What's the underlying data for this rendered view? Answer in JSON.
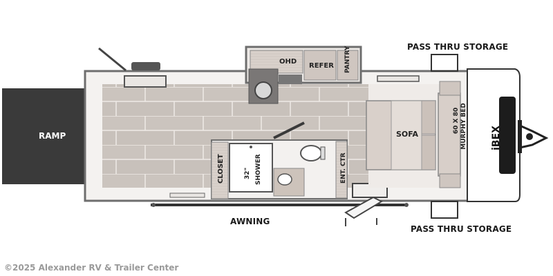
{
  "labels": {
    "ramp": "RAMP",
    "pass_thru_top": "PASS THRU STORAGE",
    "pass_thru_bottom": "PASS THRU STORAGE",
    "awning": "AWNING",
    "ohd": "OHD",
    "refer": "REFER",
    "pantry": "PANTRY",
    "sofa": "SOFA",
    "murphy_bed_size": "60 X 80",
    "murphy_bed": "MURPHY BED",
    "closet": "CLOSET",
    "shower_size": "32\"",
    "shower": "SHOWER",
    "ent_ctr": "ENT. CTR",
    "brand": "iBEX"
  },
  "copyright": "©2025 Alexander RV & Trailer Center",
  "colors": {
    "ramp": "#3a3a3a",
    "floor_tile": "#c9c2bc",
    "tile_line": "#ece8e4",
    "wall": "#6e6e6e",
    "cabinet": "#cfc6c0",
    "front_cap": "#ffffff"
  }
}
